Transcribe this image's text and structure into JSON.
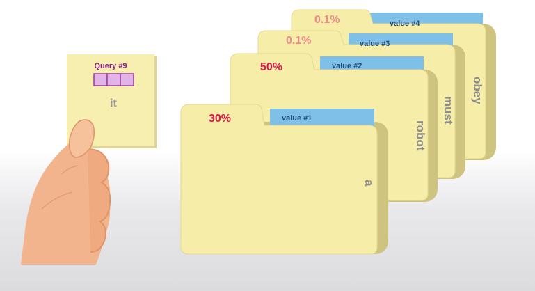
{
  "query_card": {
    "title": "Query #9",
    "token": "it",
    "vector_slots": 3
  },
  "folders": [
    {
      "id": 4,
      "percent": "0.1%",
      "value_label": "value #4",
      "key_word": "obey"
    },
    {
      "id": 3,
      "percent": "0.1%",
      "value_label": "value #3",
      "key_word": "must"
    },
    {
      "id": 2,
      "percent": "50%",
      "value_label": "value #2",
      "key_word": "robot"
    },
    {
      "id": 1,
      "percent": "30%",
      "value_label": "value #1",
      "key_word": "a"
    }
  ],
  "colors": {
    "folder_fill": "#f6eda8",
    "folder_shadow": "#cfc47f",
    "folder_edge": "#e4d98f",
    "value_tab": "#7fc0e8",
    "percent_strong": "#d8174b",
    "percent_faint": "#ec8a8a",
    "card_fill": "#f7efb0",
    "query_title": "#8a1c8a",
    "vector_fill": "#e2b3e6",
    "vector_stroke": "#9a3aa0",
    "token_text": "#9a9a9a",
    "hand_skin": "#f2b48c",
    "hand_shade": "#df9468"
  }
}
